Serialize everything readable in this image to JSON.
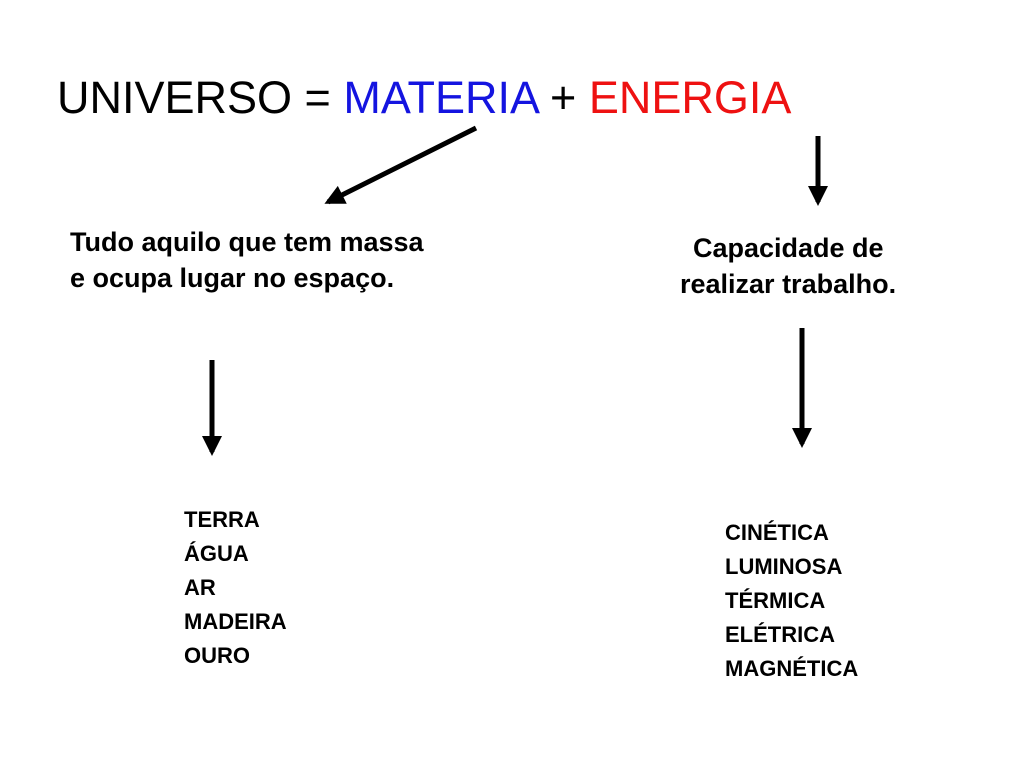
{
  "title": {
    "prefix": "UNIVERSO = ",
    "materia": "MATERIA",
    "plus": " + ",
    "energia": "ENERGIA",
    "materia_color": "#1414e0",
    "energia_color": "#ee1111"
  },
  "materia_def": {
    "line1": "Tudo aquilo que tem massa",
    "line2": "e ocupa lugar no espaço."
  },
  "energia_def": {
    "line1": "Capacidade de",
    "line2": "realizar trabalho."
  },
  "materia_examples": [
    "TERRA",
    "ÁGUA",
    "AR",
    "MADEIRA",
    "OURO"
  ],
  "energia_examples": [
    "CINÉTICA",
    "LUMINOSA",
    "TÉRMICA",
    "ELÉTRICA",
    "MAGNÉTICA"
  ]
}
